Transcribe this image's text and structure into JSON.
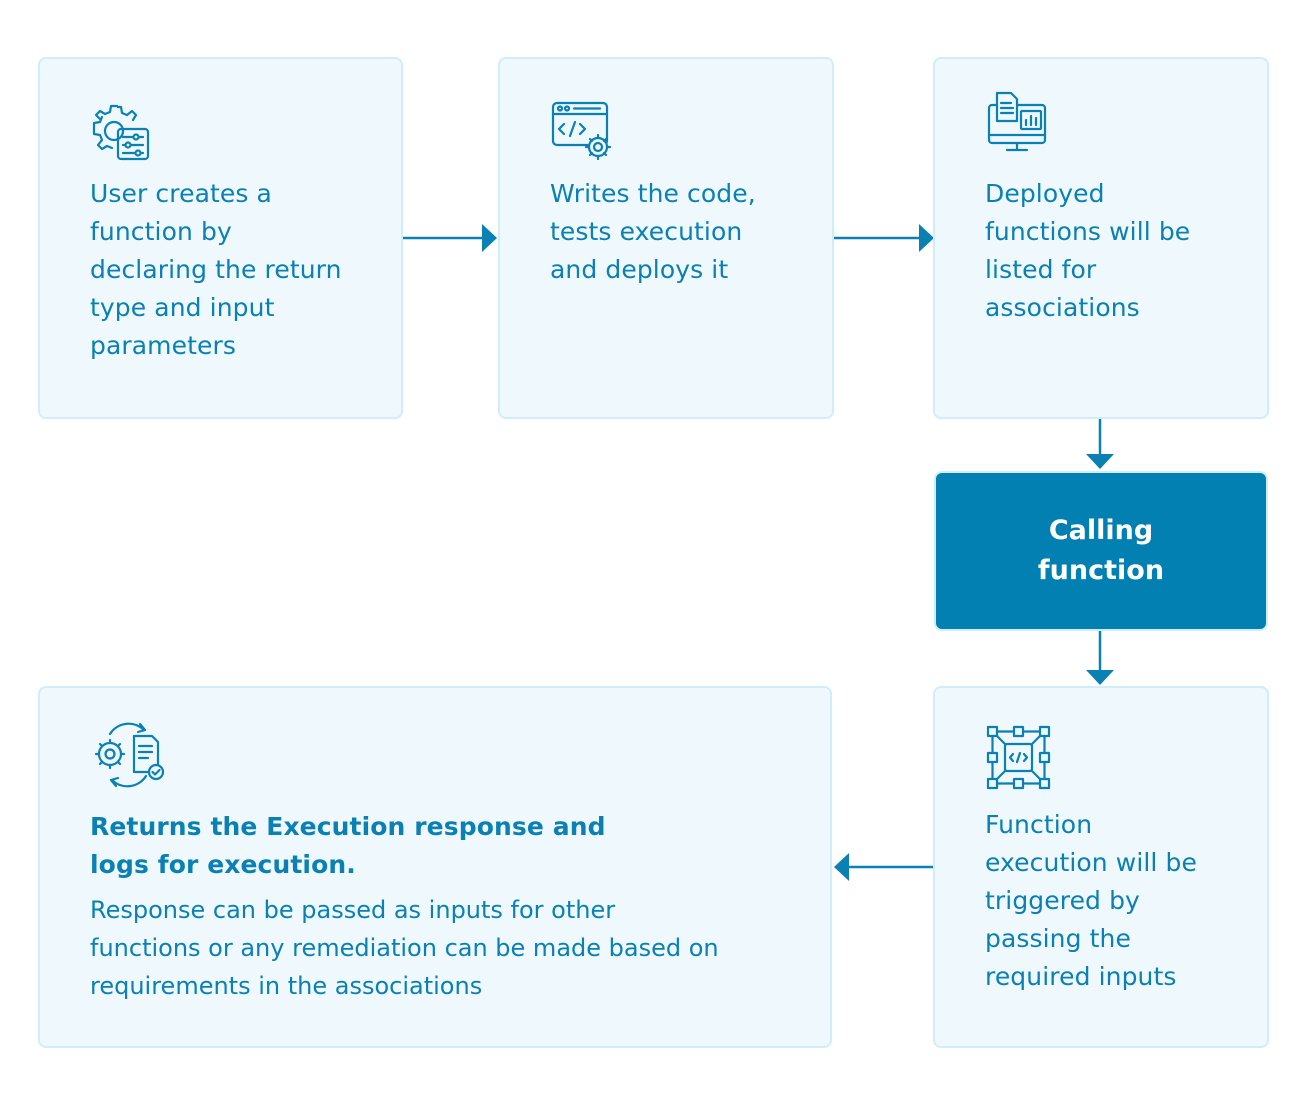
{
  "steps": {
    "create": {
      "icon": "gear-settings-icon",
      "lines": [
        "User creates a",
        "function by",
        "declaring the return",
        "type and input",
        "parameters"
      ]
    },
    "write": {
      "icon": "code-window-gear-icon",
      "lines": [
        "Writes the code,",
        "tests execution",
        "and deploys it"
      ]
    },
    "deployed": {
      "icon": "monitor-report-icon",
      "lines": [
        "Deployed",
        "functions will be",
        "listed for",
        "associations"
      ]
    },
    "calling": {
      "lines": [
        "Calling",
        "function"
      ]
    },
    "execution": {
      "icon": "code-network-icon",
      "lines": [
        "Function",
        "execution will be",
        "triggered by",
        "passing the",
        "required inputs"
      ]
    },
    "returns": {
      "icon": "gear-document-cycle-icon",
      "heading_lines": [
        "Returns the Execution response and",
        "logs for execution."
      ],
      "detail_lines": [
        "Response can be passed as inputs for other",
        "functions or any remediation can be made based on",
        "requirements in the associations"
      ]
    }
  },
  "colors": {
    "box_fill": "#eef8fd",
    "box_border": "#cfeefb",
    "accent": "#0a80b3",
    "calling_fill": "#0380b2",
    "arrow": "#0a80b3"
  }
}
